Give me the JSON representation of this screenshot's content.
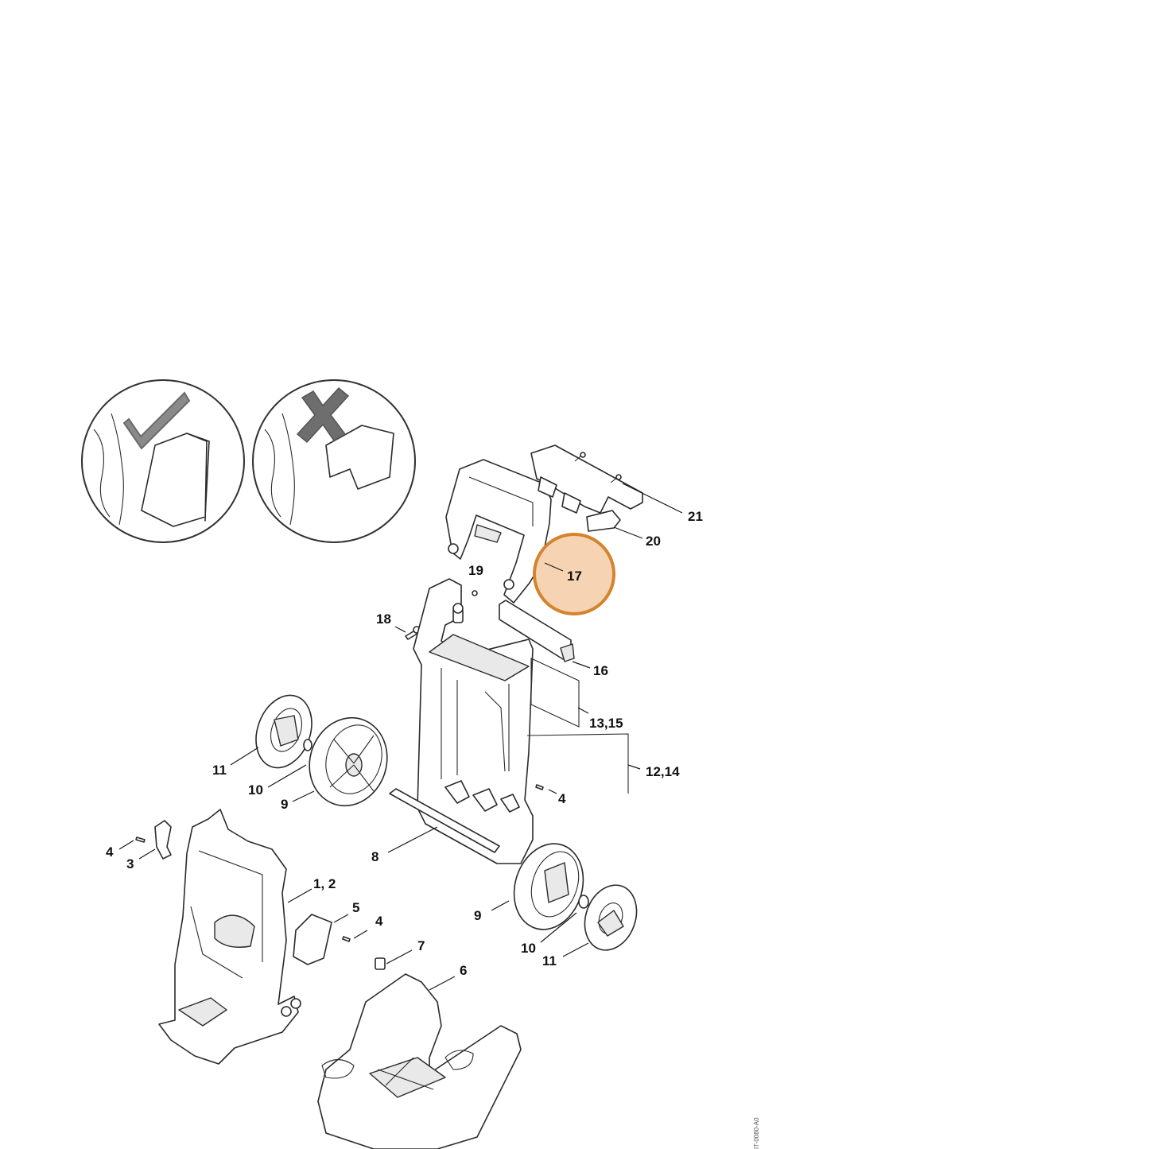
{
  "diagram": {
    "drawing_number": "IT-0080-A0",
    "highlight_color": "#d4832e",
    "highlight_fill": "#f6d3b2",
    "inset_ok_icon": "check-mark-icon",
    "inset_wrong_icon": "x-mark-icon",
    "callouts": {
      "c1_2": "1, 2",
      "c3": "3",
      "c4a": "4",
      "c4b": "4",
      "c4c": "4",
      "c5": "5",
      "c6": "6",
      "c7": "7",
      "c8": "8",
      "c9a": "9",
      "c9b": "9",
      "c10a": "10",
      "c10b": "10",
      "c11a": "11",
      "c11b": "11",
      "c12_14": "12,14",
      "c13_15": "13,15",
      "c16": "16",
      "c17": "17",
      "c18": "18",
      "c19": "19",
      "c20": "20",
      "c21": "21"
    }
  }
}
